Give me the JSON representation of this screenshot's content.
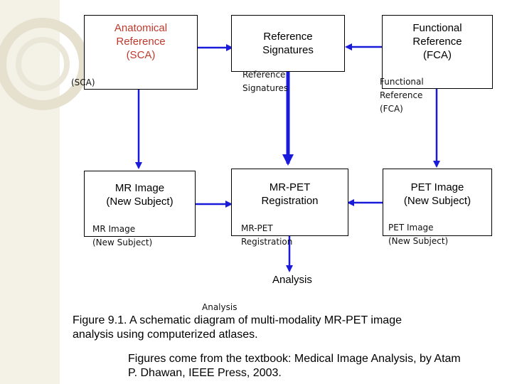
{
  "nodes": {
    "sca": "Anatomical\nReference\n(SCA)",
    "ref_sig": "Reference\nSignatures",
    "fca": "Functional\nReference\n(FCA)",
    "mr_image": "MR Image\n(New Subject)",
    "registration": "MR-PET\nRegistration",
    "pet_image": "PET Image\n(New Subject)"
  },
  "ghost_labels": {
    "sca": "(SCA)",
    "ref_sig": "Reference\nSignatures",
    "fca": "Functional\nReference\n(FCA)",
    "mr_image": "MR Image\n(New Subject)",
    "registration": "MR-PET\nRegistration",
    "pet_image": "PET Image\n(New Subject)",
    "analysis": "Analysis"
  },
  "analysis_label": "Analysis",
  "caption": "Figure 9.1. A schematic diagram of multi-modality MR-PET image\nanalysis using computerized atlases.",
  "source_note": "Figures come from the textbook: Medical Image Analysis, by Atam\nP. Dhawan, IEEE Press, 2003.",
  "colors": {
    "arrow": "#1a1adb",
    "sca_text": "#c0392b",
    "sidebar": "#f4f1e6"
  }
}
